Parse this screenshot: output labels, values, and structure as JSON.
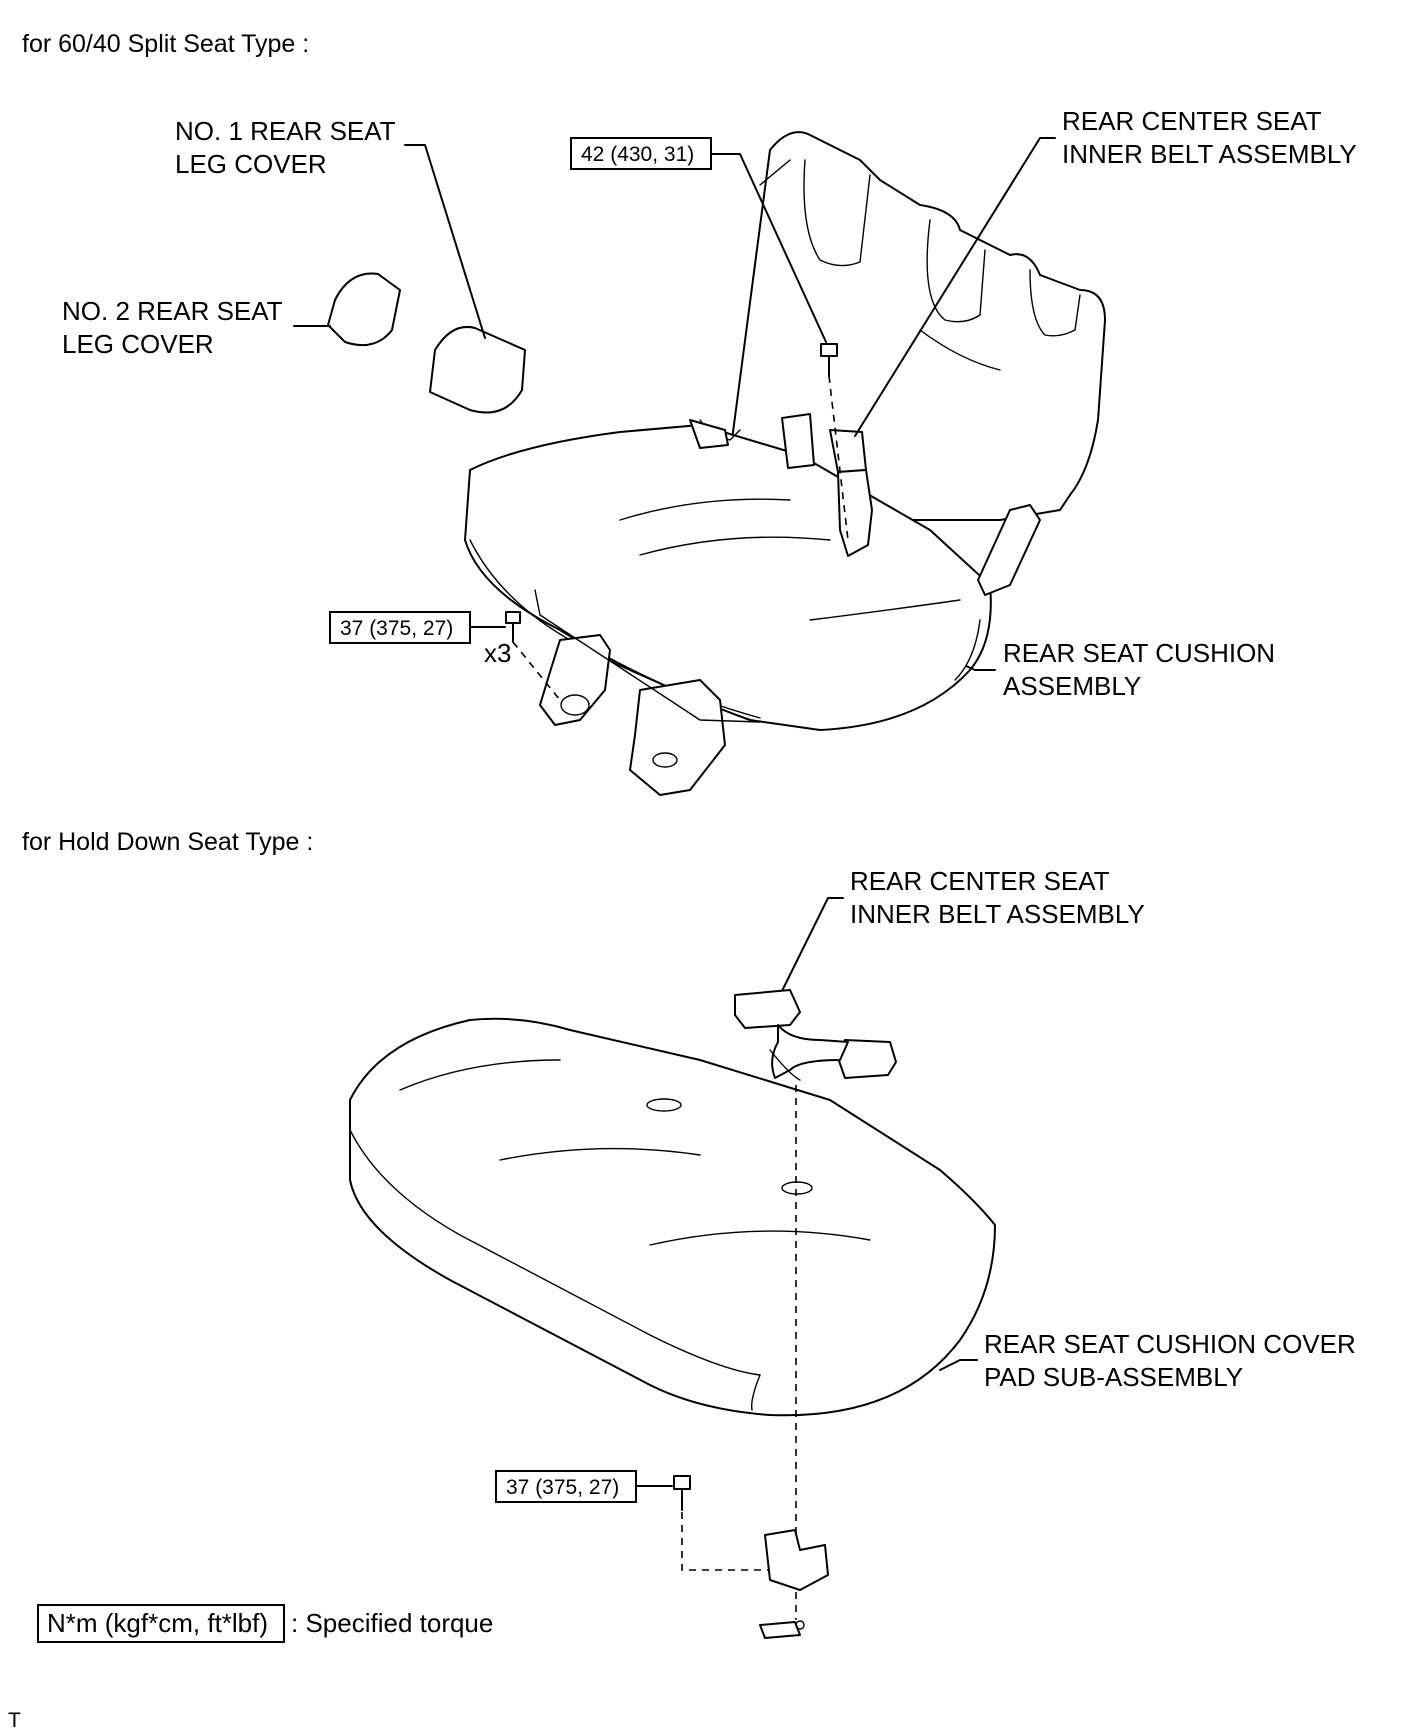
{
  "sections": {
    "split": "for 60/40 Split Seat   Type :",
    "hold": "for Hold Down Seat   Type :"
  },
  "labels": {
    "no1_line1": "NO. 1 REAR SEAT",
    "no1_line2": "LEG COVER",
    "no2_line1": "NO. 2 REAR SEAT",
    "no2_line2": "LEG COVER",
    "belt_top_line1": "REAR CENTER SEAT",
    "belt_top_line2": "INNER BELT ASSEMBLY",
    "cushion_line1": "REAR SEAT CUSHION",
    "cushion_line2": "ASSEMBLY",
    "belt_bottom_line1": "REAR CENTER SEAT",
    "belt_bottom_line2": "INNER BELT ASSEMBLY",
    "cover_line1": "REAR SEAT CUSHION COVER",
    "cover_line2": "PAD SUB-ASSEMBLY",
    "quantity": "x3"
  },
  "torque": {
    "t42": "42 (430, 31)",
    "t37_top": "37 (375, 27)",
    "t37_bottom": "37 (375, 27)"
  },
  "legend": {
    "unit_box": "N*m (kgf*cm, ft*lbf)",
    "text": ": Specified torque"
  },
  "footer_mark": "T"
}
